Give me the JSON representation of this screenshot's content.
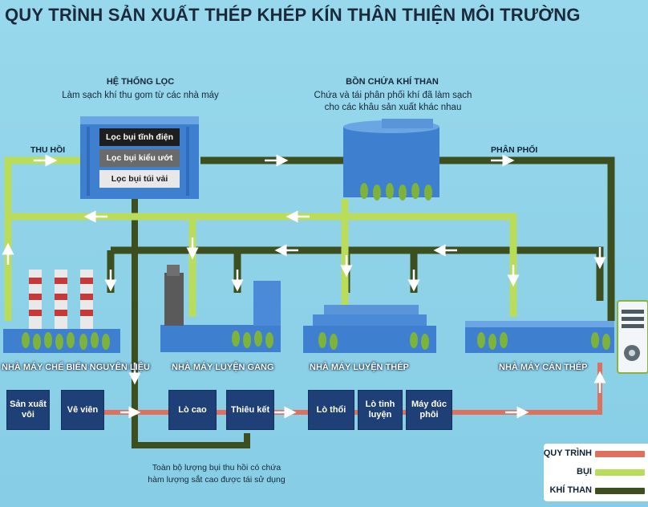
{
  "title": "QUY TRÌNH SẢN XUẤT THÉP KHÉP KÍN THÂN THIỆN MÔI TRƯỜNG",
  "filter_system": {
    "heading": "HỆ THỐNG LỌC",
    "subtitle": "Làm sạch khí thu gom từ các nhà máy",
    "rows": [
      "Lọc bụi tĩnh điện",
      "Lọc bụi kiểu ướt",
      "Lọc bụi túi vải"
    ]
  },
  "gas_tank": {
    "heading": "BỒN CHỨA KHÍ THAN",
    "subtitle_line1": "Chứa và tái phân phối khí đã làm sạch",
    "subtitle_line2": "cho các khâu sản xuất khác nhau"
  },
  "flow_labels": {
    "collect": "THU HỒI",
    "distribute": "PHÂN PHỐI"
  },
  "plants": {
    "raw": "NHÀ MÁY CHẾ BIẾN NGUYÊN LIỆU",
    "iron": "NHÀ MÁY LUYỆN GANG",
    "steel": "NHÀ MÁY LUYỆN THÉP",
    "rolling": "NHÀ MÁY CÁN THÉP"
  },
  "process_boxes": {
    "lime": "Sản xuất vôi",
    "pellet": "Vê viên",
    "blast_furnace": "Lò cao",
    "sinter": "Thiêu kết",
    "converter": "Lò thổi",
    "refining": "Lò tinh luyện",
    "casting": "Máy đúc phôi"
  },
  "note_line1": "Toàn bộ lượng bụi thu hồi có chứa",
  "note_line2": "hàm lượng sắt cao được tái sử dụng",
  "legend": {
    "process": "QUY TRÌNH",
    "dust": "BỤI",
    "gas": "KHÍ THAN"
  },
  "colors": {
    "process": "#e0705e",
    "dust": "#b9dc5a",
    "gas": "#3d4f1f",
    "box": "#1f3f77",
    "building": "#3f7fd0",
    "tree": "#7db33a"
  }
}
